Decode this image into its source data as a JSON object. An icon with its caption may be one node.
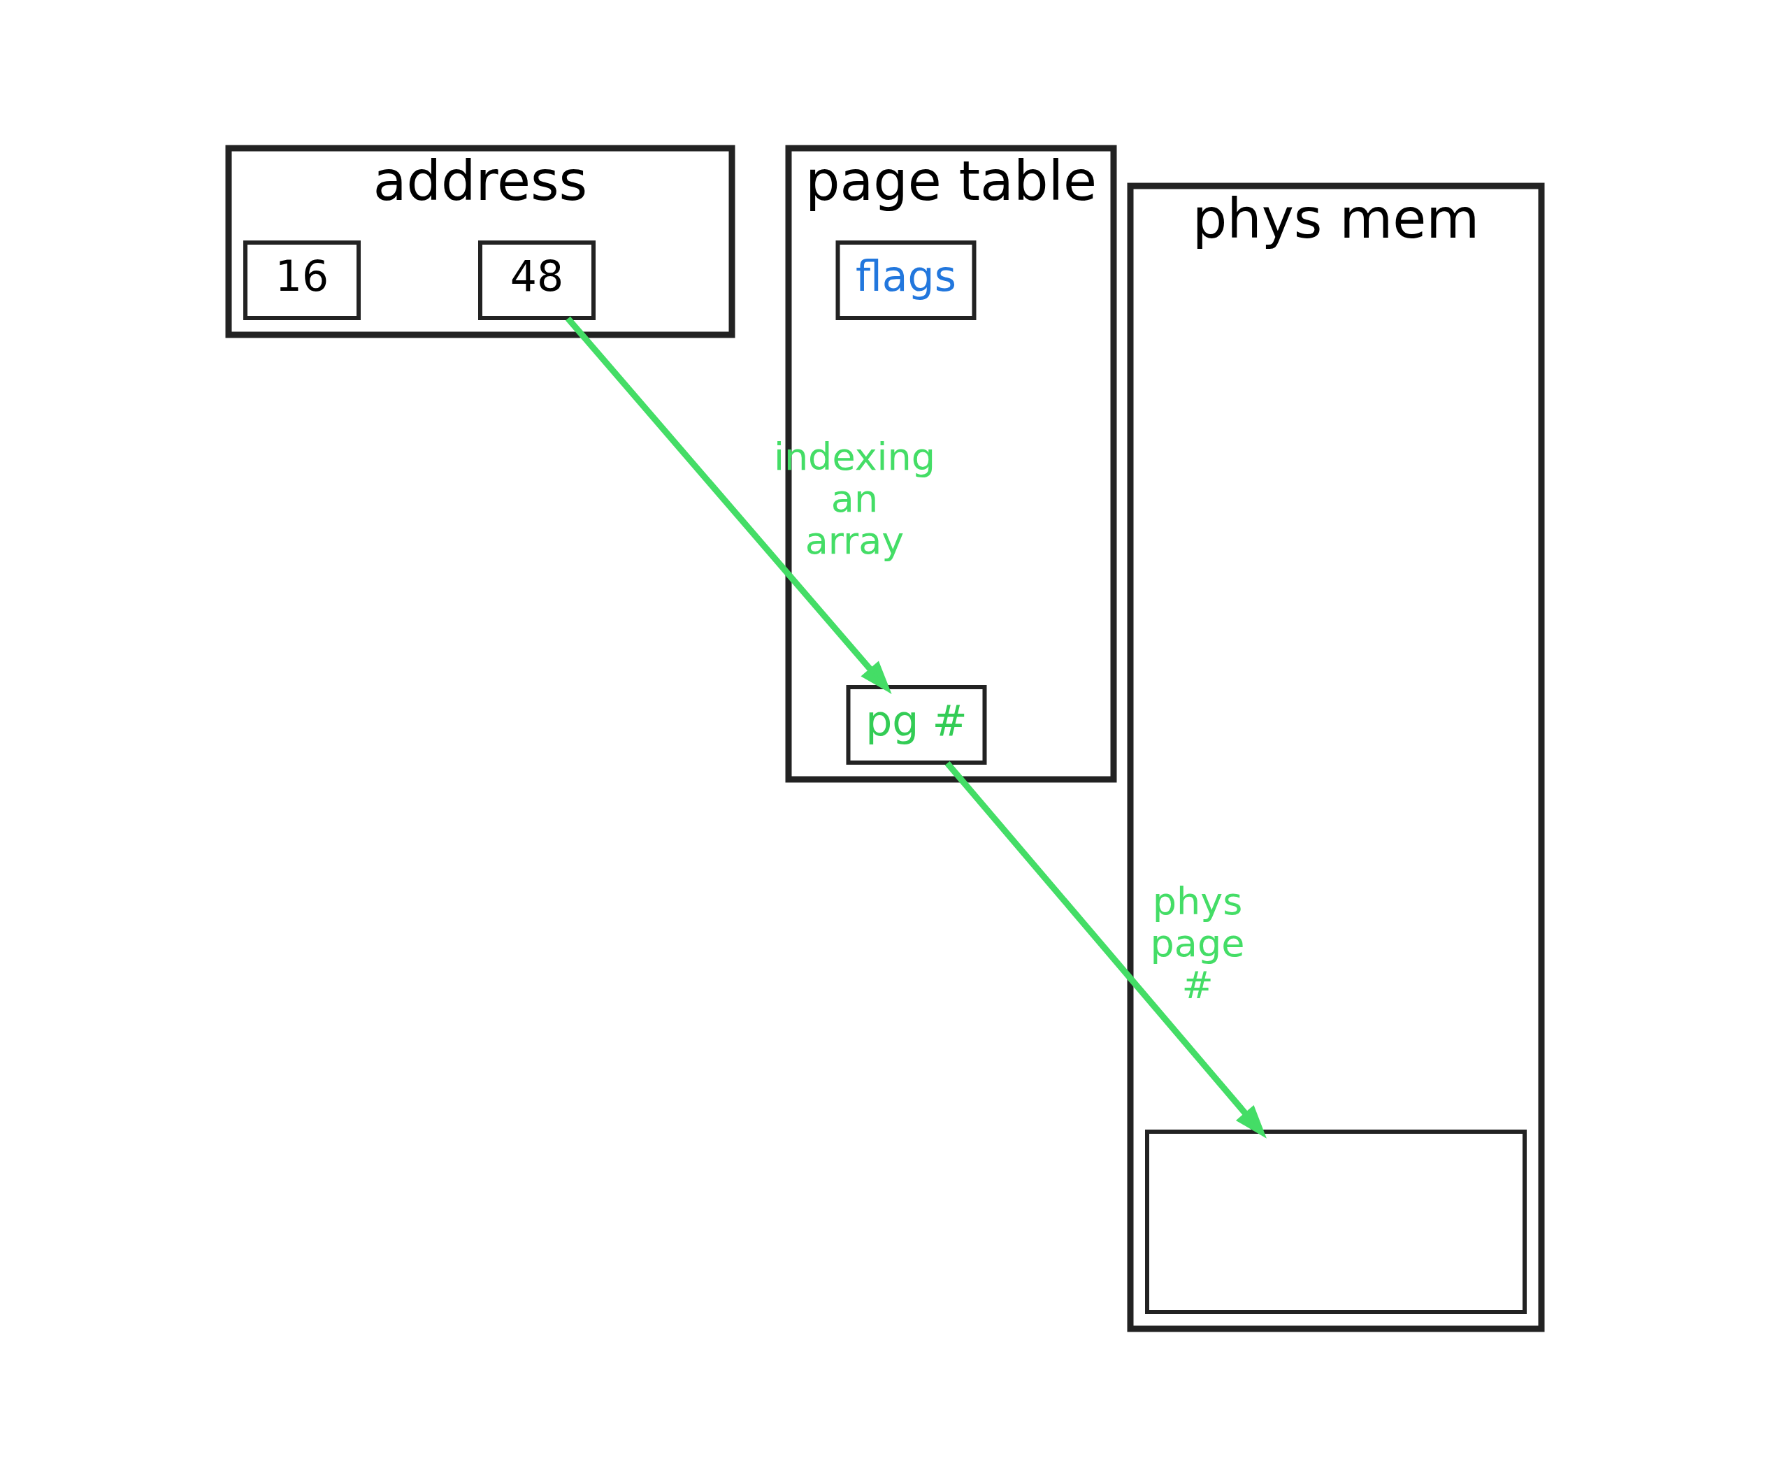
{
  "diagram": {
    "nodes": [
      {
        "text": [
          "address"
        ]
      },
      {
        "text": [
          "48"
        ],
        "in": 0
      },
      {
        "text": [
          "16"
        ],
        "in": 0
      },
      {
        "text": [
          "page table"
        ]
      },
      {
        "text": [
          "pg #"
        ],
        "in": 3
      },
      {
        "text": [
          "flags"
        ],
        "in": 3
      },
      {
        "text": [
          "phys mem"
        ]
      },
      {
        "text": [],
        "shape": "box",
        "in": 6
      }
    ],
    "edges": [
      {
        "from": 1,
        "to": 4,
        "arrow": "to",
        "label": "indexing an array",
        "color": "#44dd66"
      },
      {
        "from": 4,
        "to": 7,
        "arrow": "to",
        "label": "phys page #",
        "color": "#44dd66"
      }
    ]
  }
}
